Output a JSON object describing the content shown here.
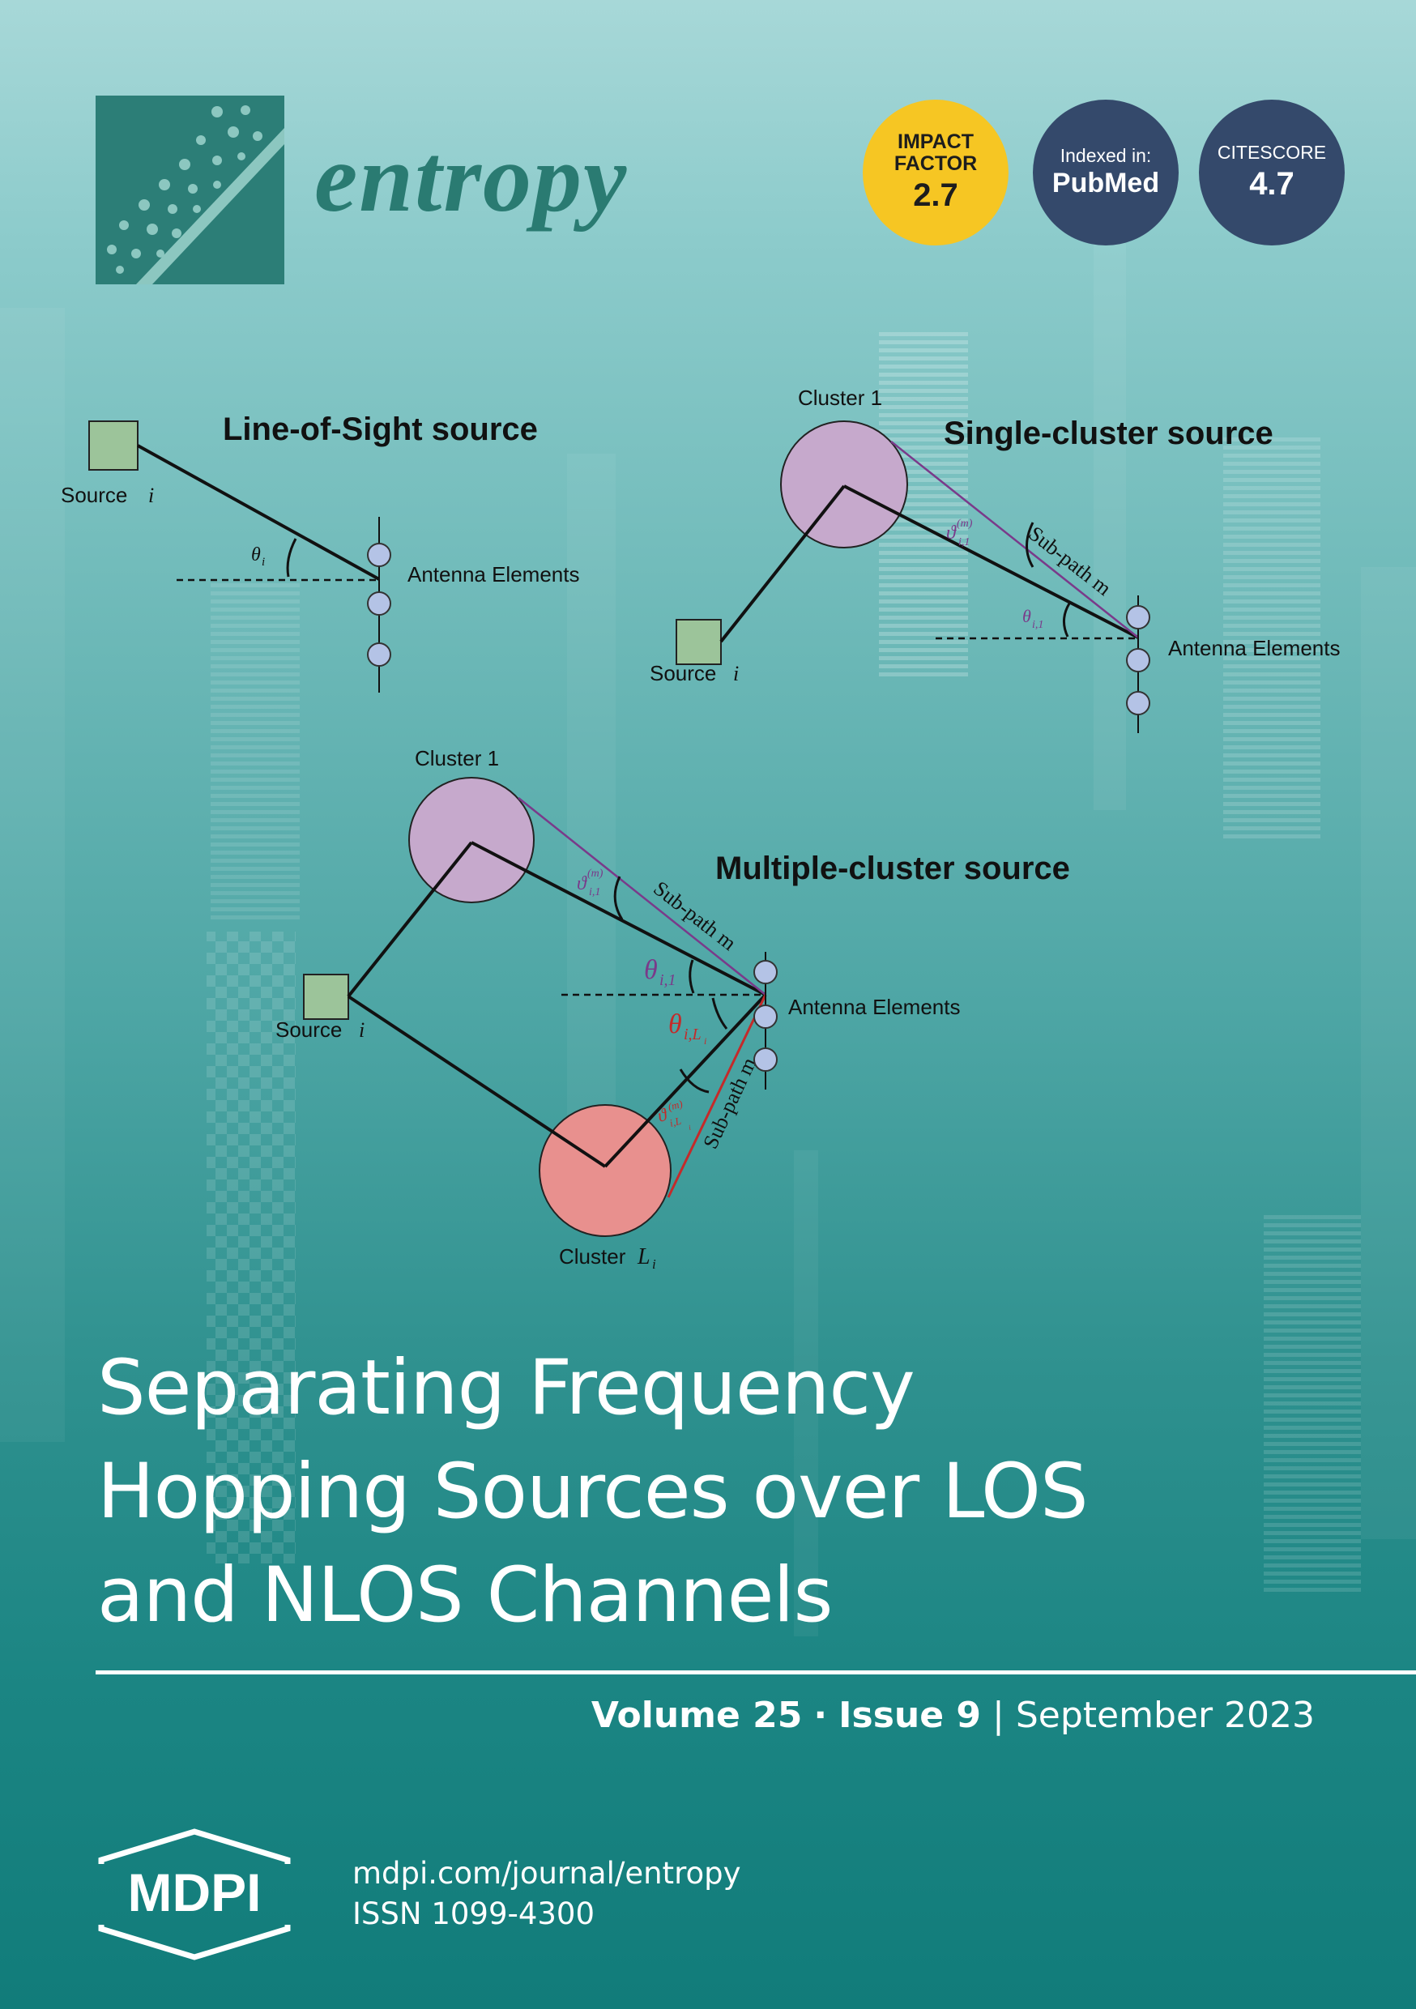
{
  "journal": {
    "name": "entropy",
    "color": "#2a7b72"
  },
  "badges": {
    "impact": {
      "label_1": "IMPACT",
      "label_2": "FACTOR",
      "value": "2.7",
      "color": "#f6c623"
    },
    "pubmed": {
      "label": "Indexed in:",
      "value": "PubMed",
      "color": "#34496b"
    },
    "citescore": {
      "label": "CITESCORE",
      "value": "4.7",
      "color": "#34496b"
    }
  },
  "figure": {
    "los": {
      "heading": "Line-of-Sight source",
      "source_label": "Source",
      "source_index": "i",
      "angle": "θ",
      "angle_sub": "i",
      "antenna_label": "Antenna Elements"
    },
    "single": {
      "heading": "Single-cluster source",
      "cluster_label": "Cluster 1",
      "source_label": "Source",
      "source_index": "i",
      "subpath_label": "Sub-path m",
      "angle_m": "ϑ",
      "angle_m_sub": "i,1",
      "angle_m_sup": "(m)",
      "angle": "θ",
      "angle_sub": "i,1",
      "antenna_label": "Antenna Elements"
    },
    "multi": {
      "heading": "Multiple-cluster source",
      "cluster1_label": "Cluster 1",
      "clusterL_label": "Cluster",
      "clusterL_index": "L",
      "clusterL_index_sub": "i",
      "source_label": "Source",
      "source_index": "i",
      "subpath1_label": "Sub-path m",
      "subpathL_label": "Sub-path m",
      "angle1_m": "ϑ",
      "angle1_m_sub": "i,1",
      "angle1_m_sup": "(m)",
      "angle1": "θ",
      "angle1_sub": "i,1",
      "angleL": "θ",
      "angleL_sub": "i,L",
      "angleL_subsub": "i",
      "angleL_m": "ϑ",
      "angleL_m_sub": "i,L",
      "angleL_m_sup": "(m)",
      "angleL_m_subsub": "i",
      "antenna_label": "Antenna Elements"
    },
    "colors": {
      "source_fill": "#9cc49a",
      "cluster_fill": "#c6a9cc",
      "clusterL_fill": "#e8908e",
      "antenna_fill": "#b4c3e6",
      "purple_line": "#7a3a8a",
      "red_line": "#c42a2a"
    }
  },
  "title": {
    "line1": "Separating Frequency",
    "line2": "Hopping Sources over LOS",
    "line3": "and NLOS Channels"
  },
  "issue": {
    "volume": "Volume 25",
    "dot": "·",
    "issue": "Issue 9",
    "sep": "|",
    "date": "September 2023"
  },
  "publisher": {
    "logo_text": "MDPI",
    "url": "mdpi.com/journal/entropy",
    "issn": "ISSN 1099-4300"
  }
}
